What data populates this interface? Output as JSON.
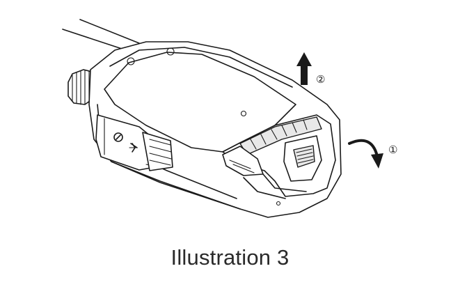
{
  "caption": "Illustration 3",
  "steps": [
    {
      "marker": "①",
      "action": "rotate-down"
    },
    {
      "marker": "②",
      "action": "slide-up"
    }
  ],
  "icons": {
    "belt_clip_symbol": "lock-symbol-icon",
    "arrow_up": "up-arrow-icon",
    "arrow_curved": "curved-down-arrow-icon"
  },
  "colors": {
    "line": "#1a1a1a",
    "background": "#ffffff",
    "caption": "#2a2a2a"
  }
}
